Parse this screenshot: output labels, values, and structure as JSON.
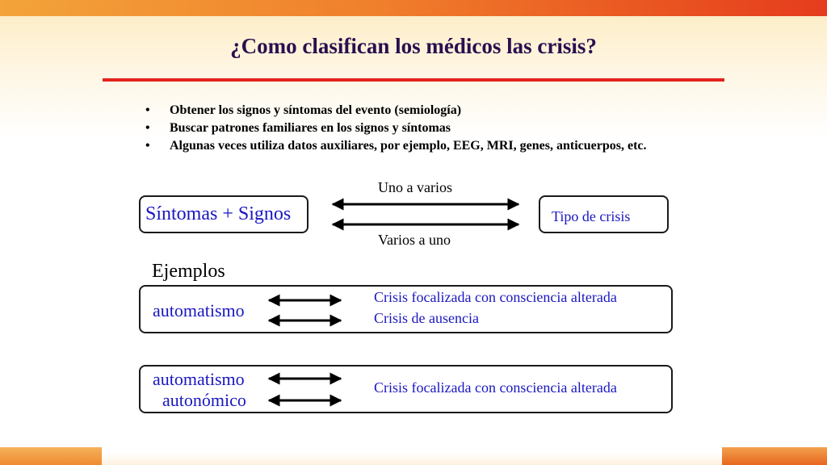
{
  "slide": {
    "title": "¿Como clasifican los médicos las crisis?",
    "bullets": [
      "Obtener los signos y síntomas del evento (semiología)",
      "Buscar patrones familiares en los signos y síntomas",
      "Algunas veces utiliza datos auxiliares, por ejemplo, EEG, MRI, genes, anticuerpos, etc."
    ],
    "bullet_glyph": "•"
  },
  "mapping": {
    "left_box": "Síntomas + Signos",
    "right_box": "Tipo de crisis",
    "top_arrow_label": "Uno a varios",
    "bottom_arrow_label": "Varios a uno"
  },
  "examples": {
    "heading": "Ejemplos",
    "example1": {
      "symptom": "automatismo",
      "crisis": [
        "Crisis focalizada con consciencia alterada",
        "Crisis de ausencia"
      ]
    },
    "example2": {
      "symptom_line1": "automatismo",
      "symptom_line2": "autonómico",
      "crisis": "Crisis focalizada con consciencia alterada"
    }
  },
  "colors": {
    "title": "#2b0f4e",
    "rule": "#e4231b",
    "blue_text": "#1a17c0"
  }
}
